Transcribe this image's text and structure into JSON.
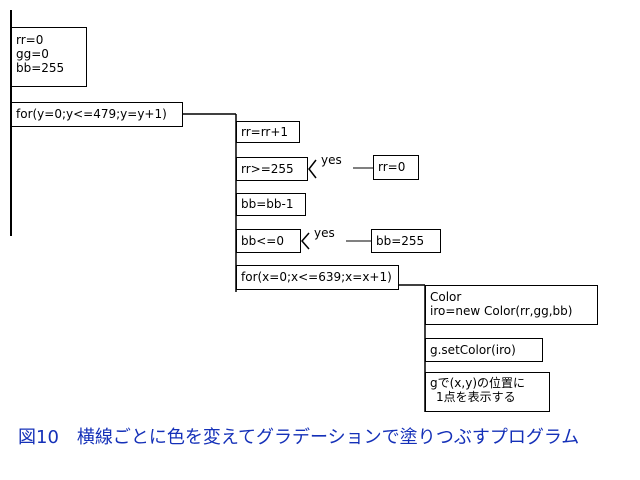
{
  "boxes": {
    "init": [
      "rr=0",
      "gg=0",
      "bb=255"
    ],
    "for_y": "for(y=0;y<=479;y=y+1)",
    "rr_inc": "rr=rr+1",
    "rr_cond": "rr>=255",
    "rr_reset": "rr=0",
    "bb_dec": "bb=bb-1",
    "bb_cond": "bb<=0",
    "bb_reset": "bb=255",
    "for_x": "for(x=0;x<=639;x=x+1)",
    "color_new": [
      "Color",
      "iro=new Color(rr,gg,bb)"
    ],
    "set_color": "g.setColor(iro)",
    "draw_point": [
      "gで(x,y)の位置に",
      "1点を表示する"
    ]
  },
  "branch_labels": {
    "rr_yes": "yes",
    "bb_yes": "yes"
  },
  "caption": "図10　横線ごとに色を変えてグラデーションで塗りつぶすプログラム"
}
